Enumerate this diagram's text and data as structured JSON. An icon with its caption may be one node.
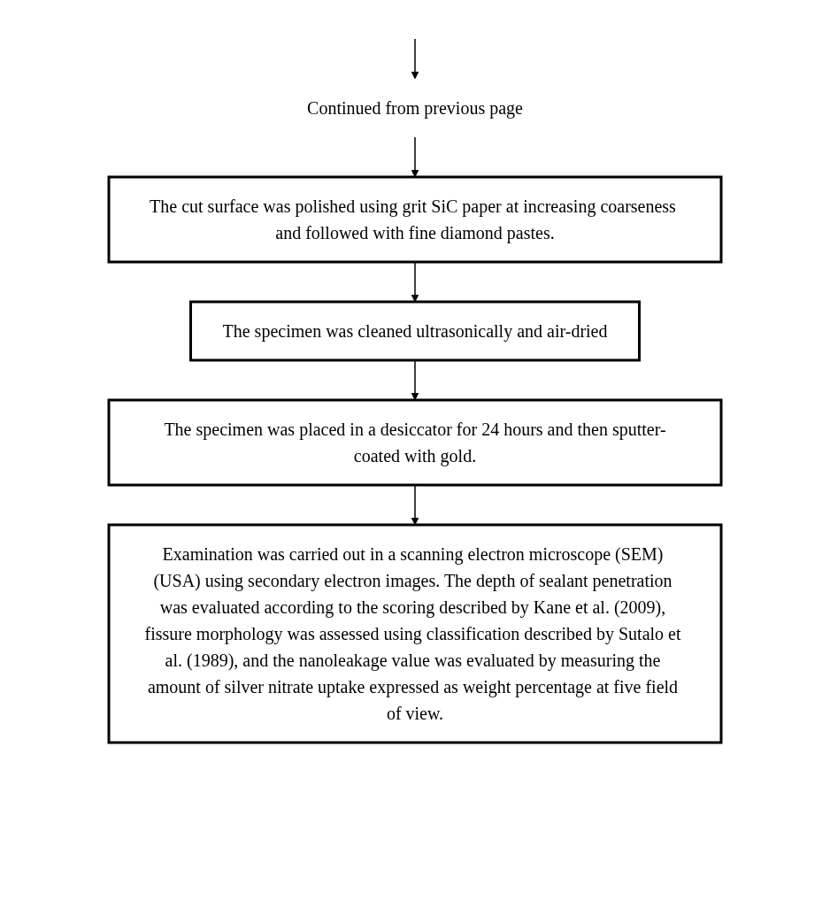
{
  "diagram": {
    "nodes": [
      {
        "text": [
          "Continued from previous page"
        ]
      },
      {
        "text": [
          "The cut surface was polished using grit SiC paper at increasing coarseness and followed with fine diamond pastes."
        ]
      },
      {
        "text": [
          "The specimen was cleaned ultrasonically and air-dried"
        ]
      },
      {
        "text": [
          "The specimen was placed in a desiccator for 24 hours and then sputter-coated with gold."
        ]
      },
      {
        "text": [
          "Examination was carried out in a scanning electron microscope (SEM) (USA) using secondary electron images. The depth of sealant penetration was evaluated according to the scoring described by Kane et al. (2009), fissure morphology was assessed using classification described by Sutalo et al. (1989), and the nanoleakage value was evaluated by measuring the amount of silver nitrate uptake expressed as weight percentage at five field of view."
        ]
      }
    ],
    "edges": [
      {
        "from": null,
        "to": 0,
        "arrow": "to"
      },
      {
        "from": 0,
        "to": 1,
        "arrow": "to"
      },
      {
        "from": 1,
        "to": 2,
        "arrow": "to"
      },
      {
        "from": 2,
        "to": 3,
        "arrow": "to"
      },
      {
        "from": 3,
        "to": 4,
        "arrow": "to"
      }
    ]
  }
}
